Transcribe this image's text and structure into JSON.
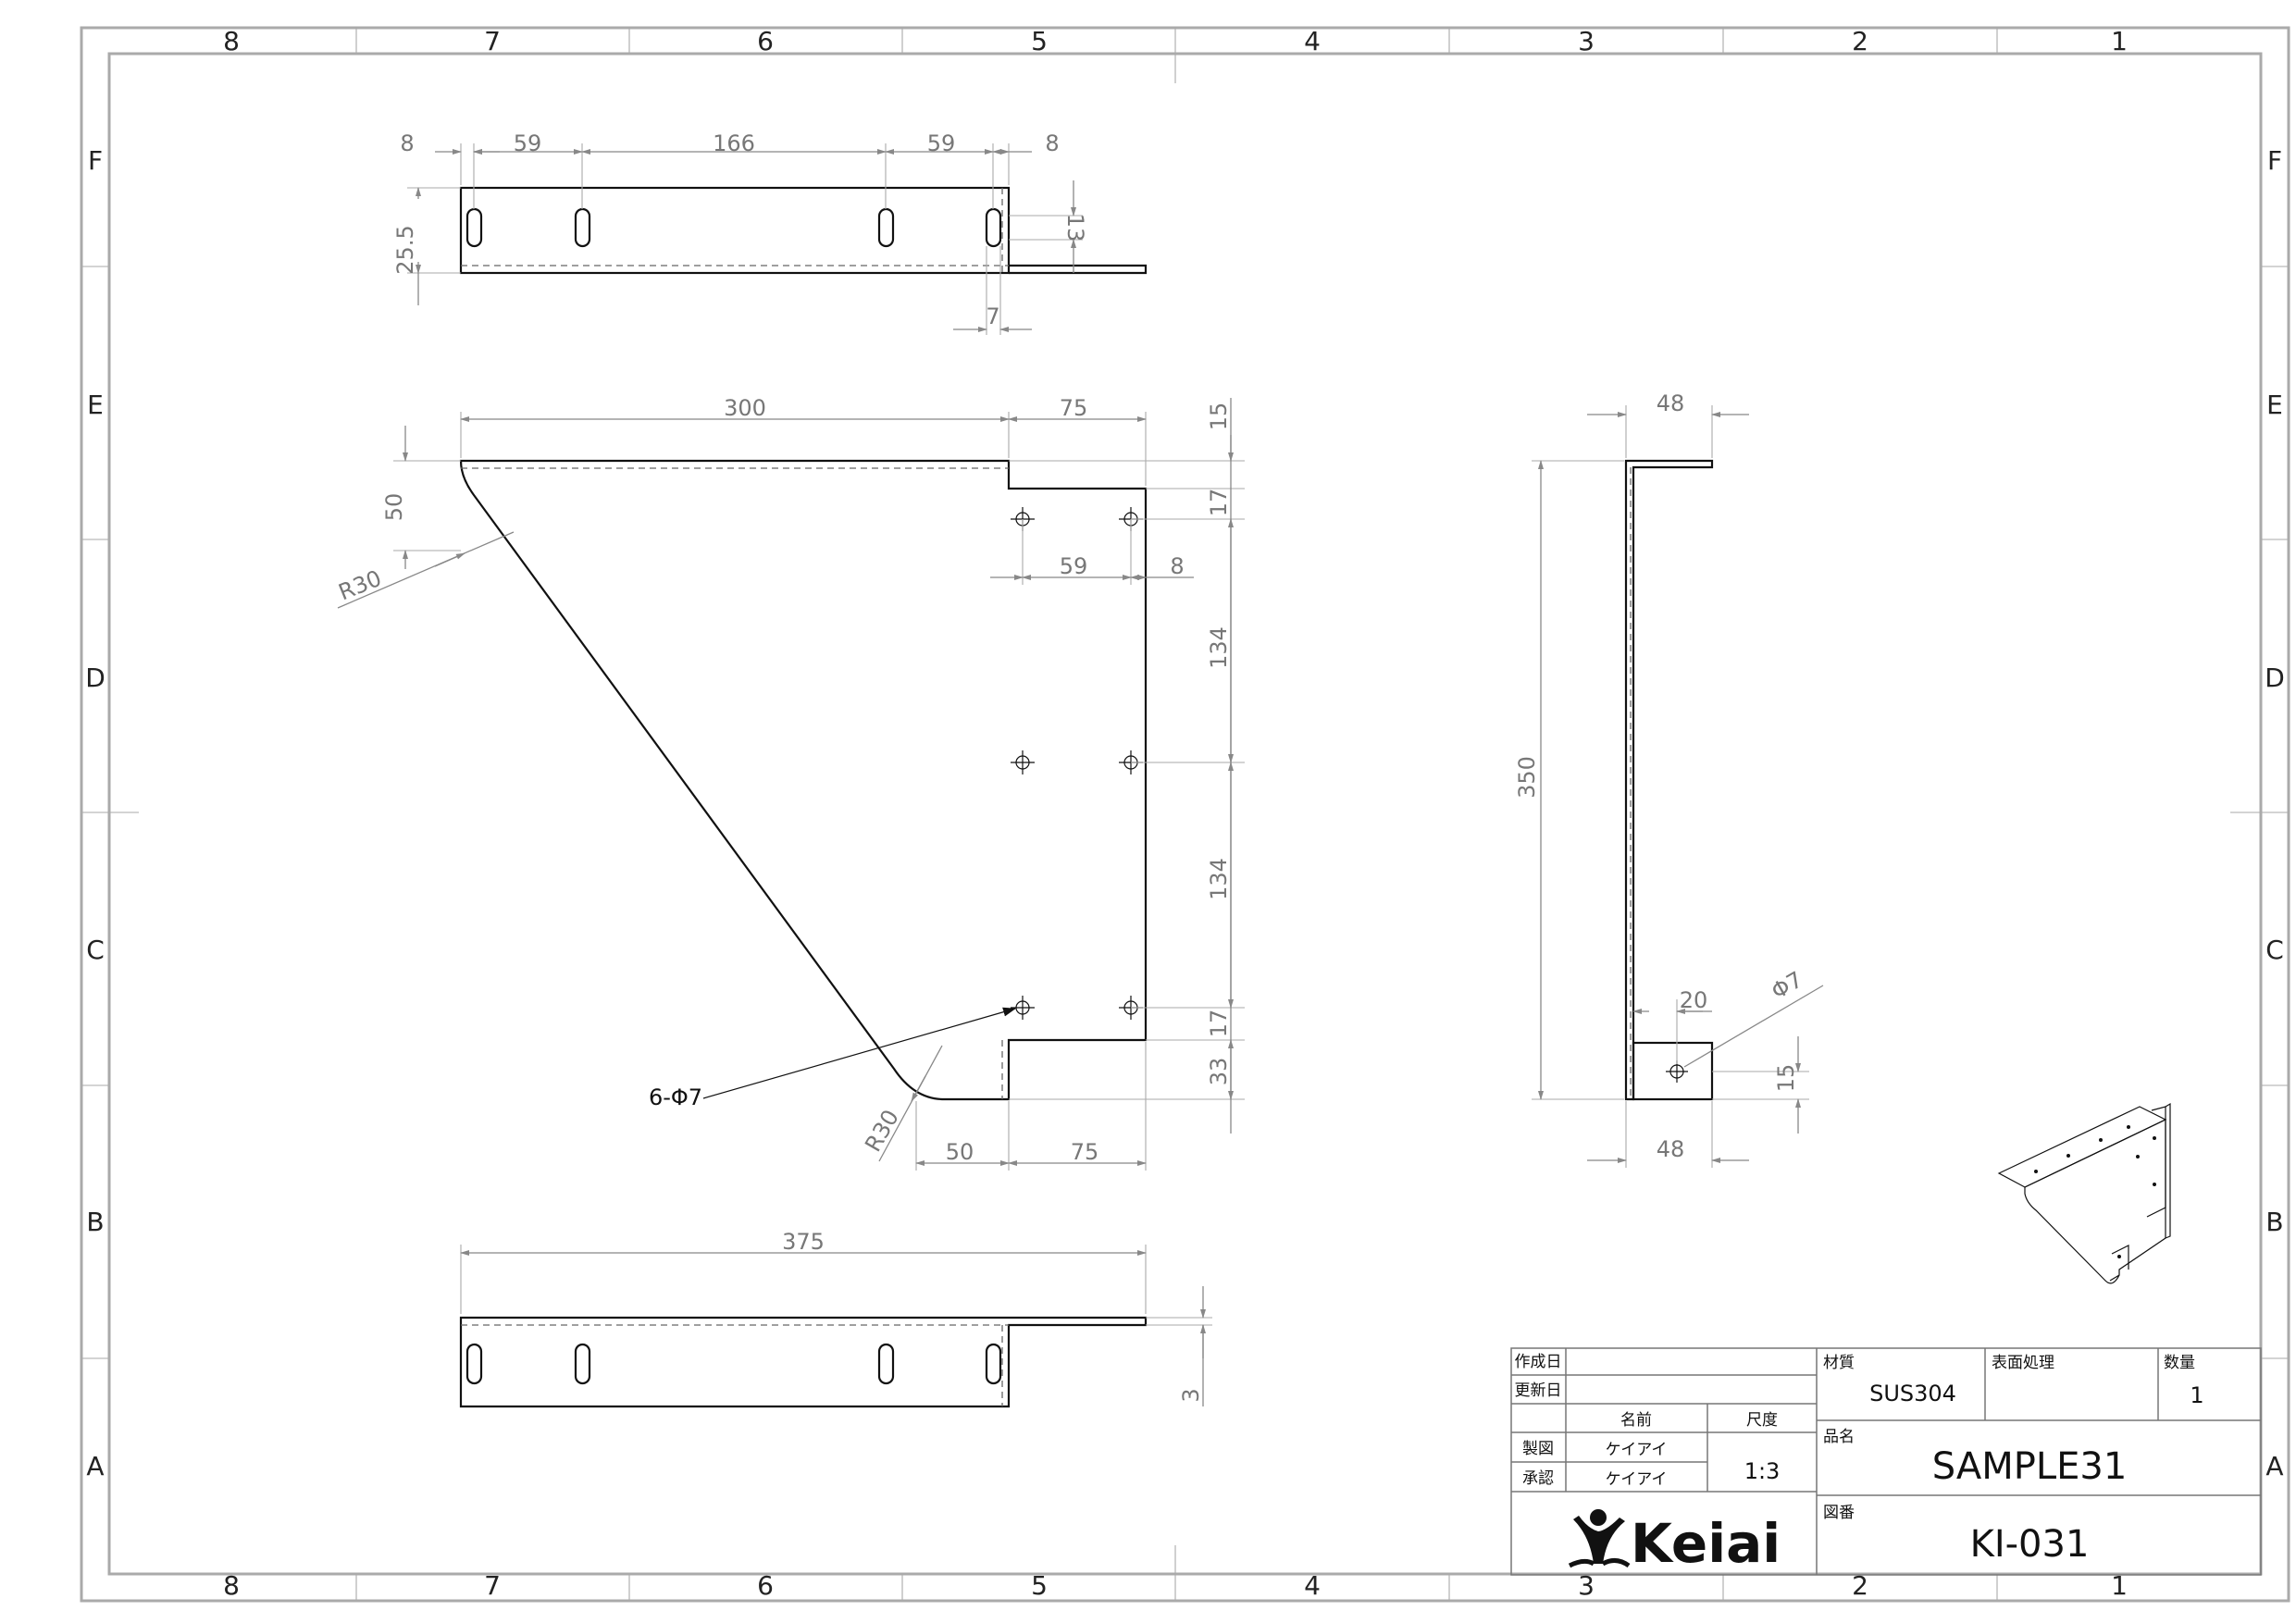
{
  "border": {
    "columns_top": [
      "8",
      "7",
      "6",
      "5",
      "4",
      "3",
      "2",
      "1"
    ],
    "columns_bottom": [
      "8",
      "7",
      "6",
      "5",
      "4",
      "3",
      "2",
      "1"
    ],
    "rows_left": [
      "F",
      "E",
      "D",
      "C",
      "B",
      "A"
    ],
    "rows_right": [
      "F",
      "E",
      "D",
      "C",
      "B",
      "A"
    ]
  },
  "top_view": {
    "dims": [
      "8",
      "59",
      "166",
      "59",
      "8",
      "25.5",
      "13",
      "7"
    ]
  },
  "front_view": {
    "dims": {
      "w300": "300",
      "w75_top": "75",
      "h15": "15",
      "r50": "50",
      "r30_top": "R30",
      "h17_top": "17",
      "d59": "59",
      "d8": "8",
      "h134a": "134",
      "h134b": "134",
      "h17_bot": "17",
      "h33": "33",
      "r30_bot": "R30",
      "w50": "50",
      "w75_bot": "75"
    },
    "hole_callout": "6-Φ7"
  },
  "side_view": {
    "dims": {
      "w48_top": "48",
      "h350": "350",
      "w20": "20",
      "phi7": "Φ7",
      "h15": "15",
      "w48_bot": "48"
    }
  },
  "bottom_view": {
    "dims": {
      "w375": "375",
      "t3": "3"
    }
  },
  "title_block": {
    "created_label": "作成日",
    "updated_label": "更新日",
    "name_label": "名前",
    "scale_label": "尺度",
    "drawn_label": "製図",
    "drawn_by": "ケイアイ",
    "approved_label": "承認",
    "approved_by": "ケイアイ",
    "scale": "1:3",
    "material_label": "材質",
    "material": "SUS304",
    "finish_label": "表面処理",
    "qty_label": "数量",
    "qty": "1",
    "part_name_label": "品名",
    "part_name": "SAMPLE31",
    "drawing_no_label": "図番",
    "drawing_no": "KI-031",
    "logo_text": "Keiai"
  }
}
